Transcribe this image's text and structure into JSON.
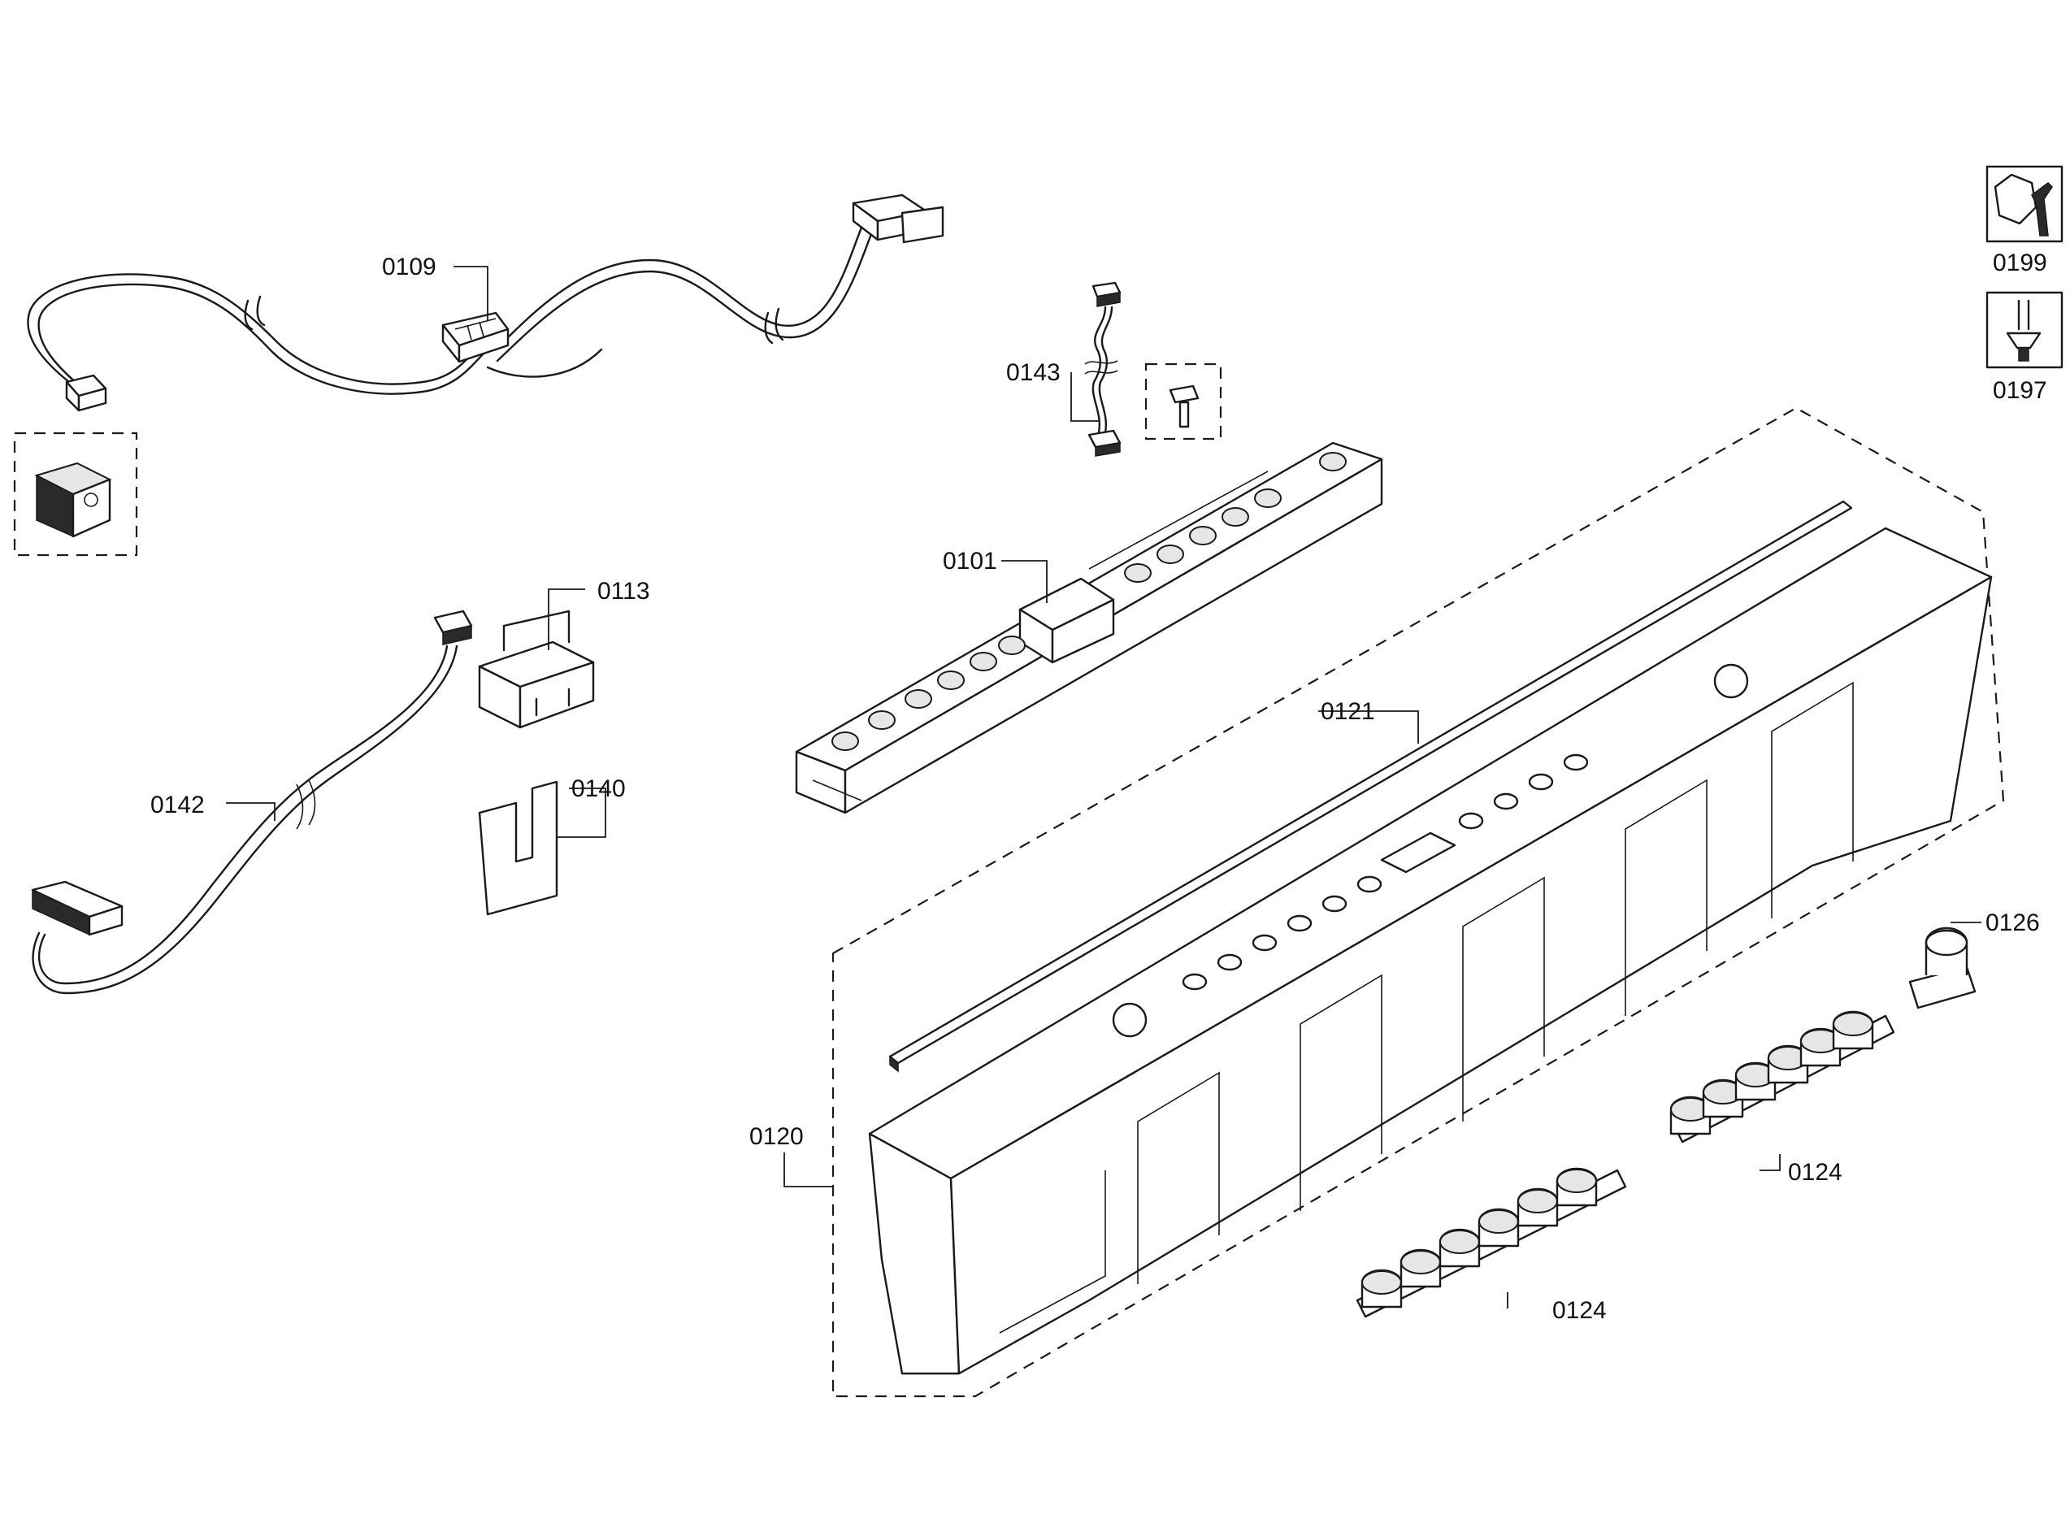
{
  "diagram": {
    "labels": {
      "p0109": "0109",
      "p0143": "0143",
      "p0101": "0101",
      "p0113": "0113",
      "p0121": "0121",
      "p0142": "0142",
      "p0140": "0140",
      "p0126": "0126",
      "p0120": "0120",
      "p0124a": "0124",
      "p0124b": "0124",
      "p0199": "0199",
      "p0197": "0197"
    }
  },
  "icons": {
    "p0199": "wrench-nut-icon",
    "p0197": "screwdriver-screw-icon"
  }
}
